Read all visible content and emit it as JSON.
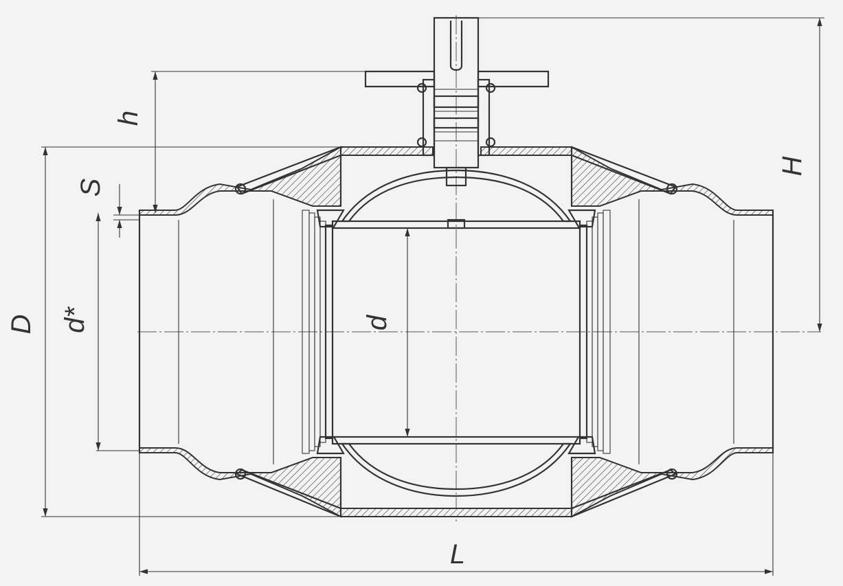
{
  "drawing": {
    "colors": {
      "background": "#f3f3f3",
      "line": "#333333"
    },
    "dimensions": {
      "h": "h",
      "S": "S",
      "D": "D",
      "d_star": "d*",
      "d": "d",
      "H": "H",
      "L": "L"
    }
  }
}
